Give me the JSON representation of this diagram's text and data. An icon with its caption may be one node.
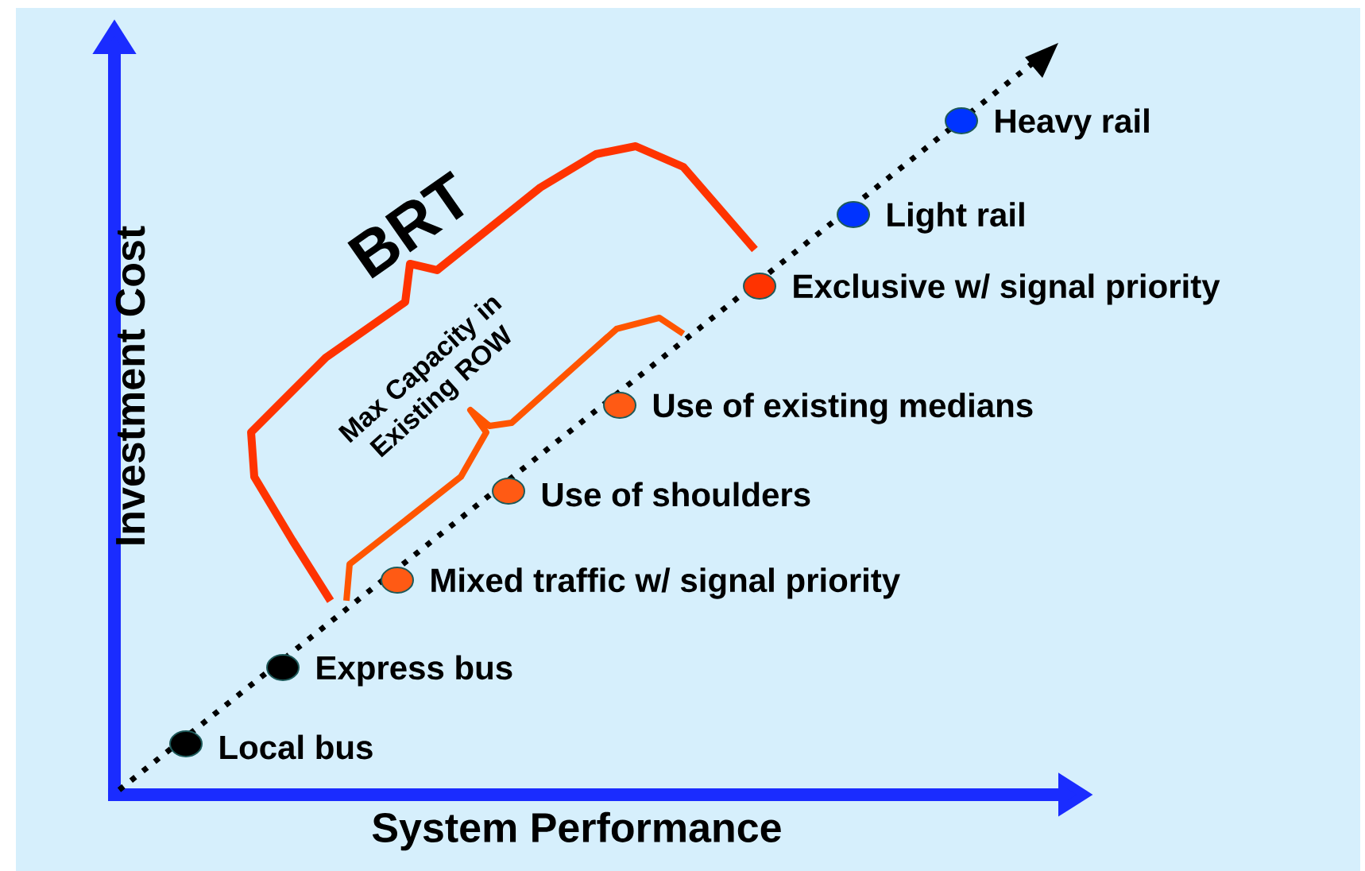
{
  "diagram": {
    "nodes": [
      {
        "text": [],
        "shape": "circle",
        "beside": [
          "Heavy rail"
        ]
      },
      {
        "text": [],
        "shape": "circle",
        "beside": [
          "Light rail"
        ]
      },
      {
        "text": [],
        "shape": "circle",
        "beside": [
          "Exclusive w/ signal priority"
        ]
      },
      {
        "text": [],
        "shape": "circle",
        "beside": [
          "Use of existing medians"
        ]
      },
      {
        "text": [],
        "shape": "circle",
        "beside": [
          "Use of shoulders"
        ]
      },
      {
        "text": [],
        "shape": "circle",
        "beside": [
          "Mixed traffic w/ signal priority"
        ]
      },
      {
        "text": [],
        "shape": "circle",
        "beside": [
          "Express bus"
        ]
      },
      {
        "text": [],
        "shape": "circle",
        "beside": [
          "Local bus"
        ]
      }
    ],
    "labels": [
      "BRT",
      "Max Capacity in Existing ROW",
      "Investment Cost",
      "System Performance"
    ]
  }
}
